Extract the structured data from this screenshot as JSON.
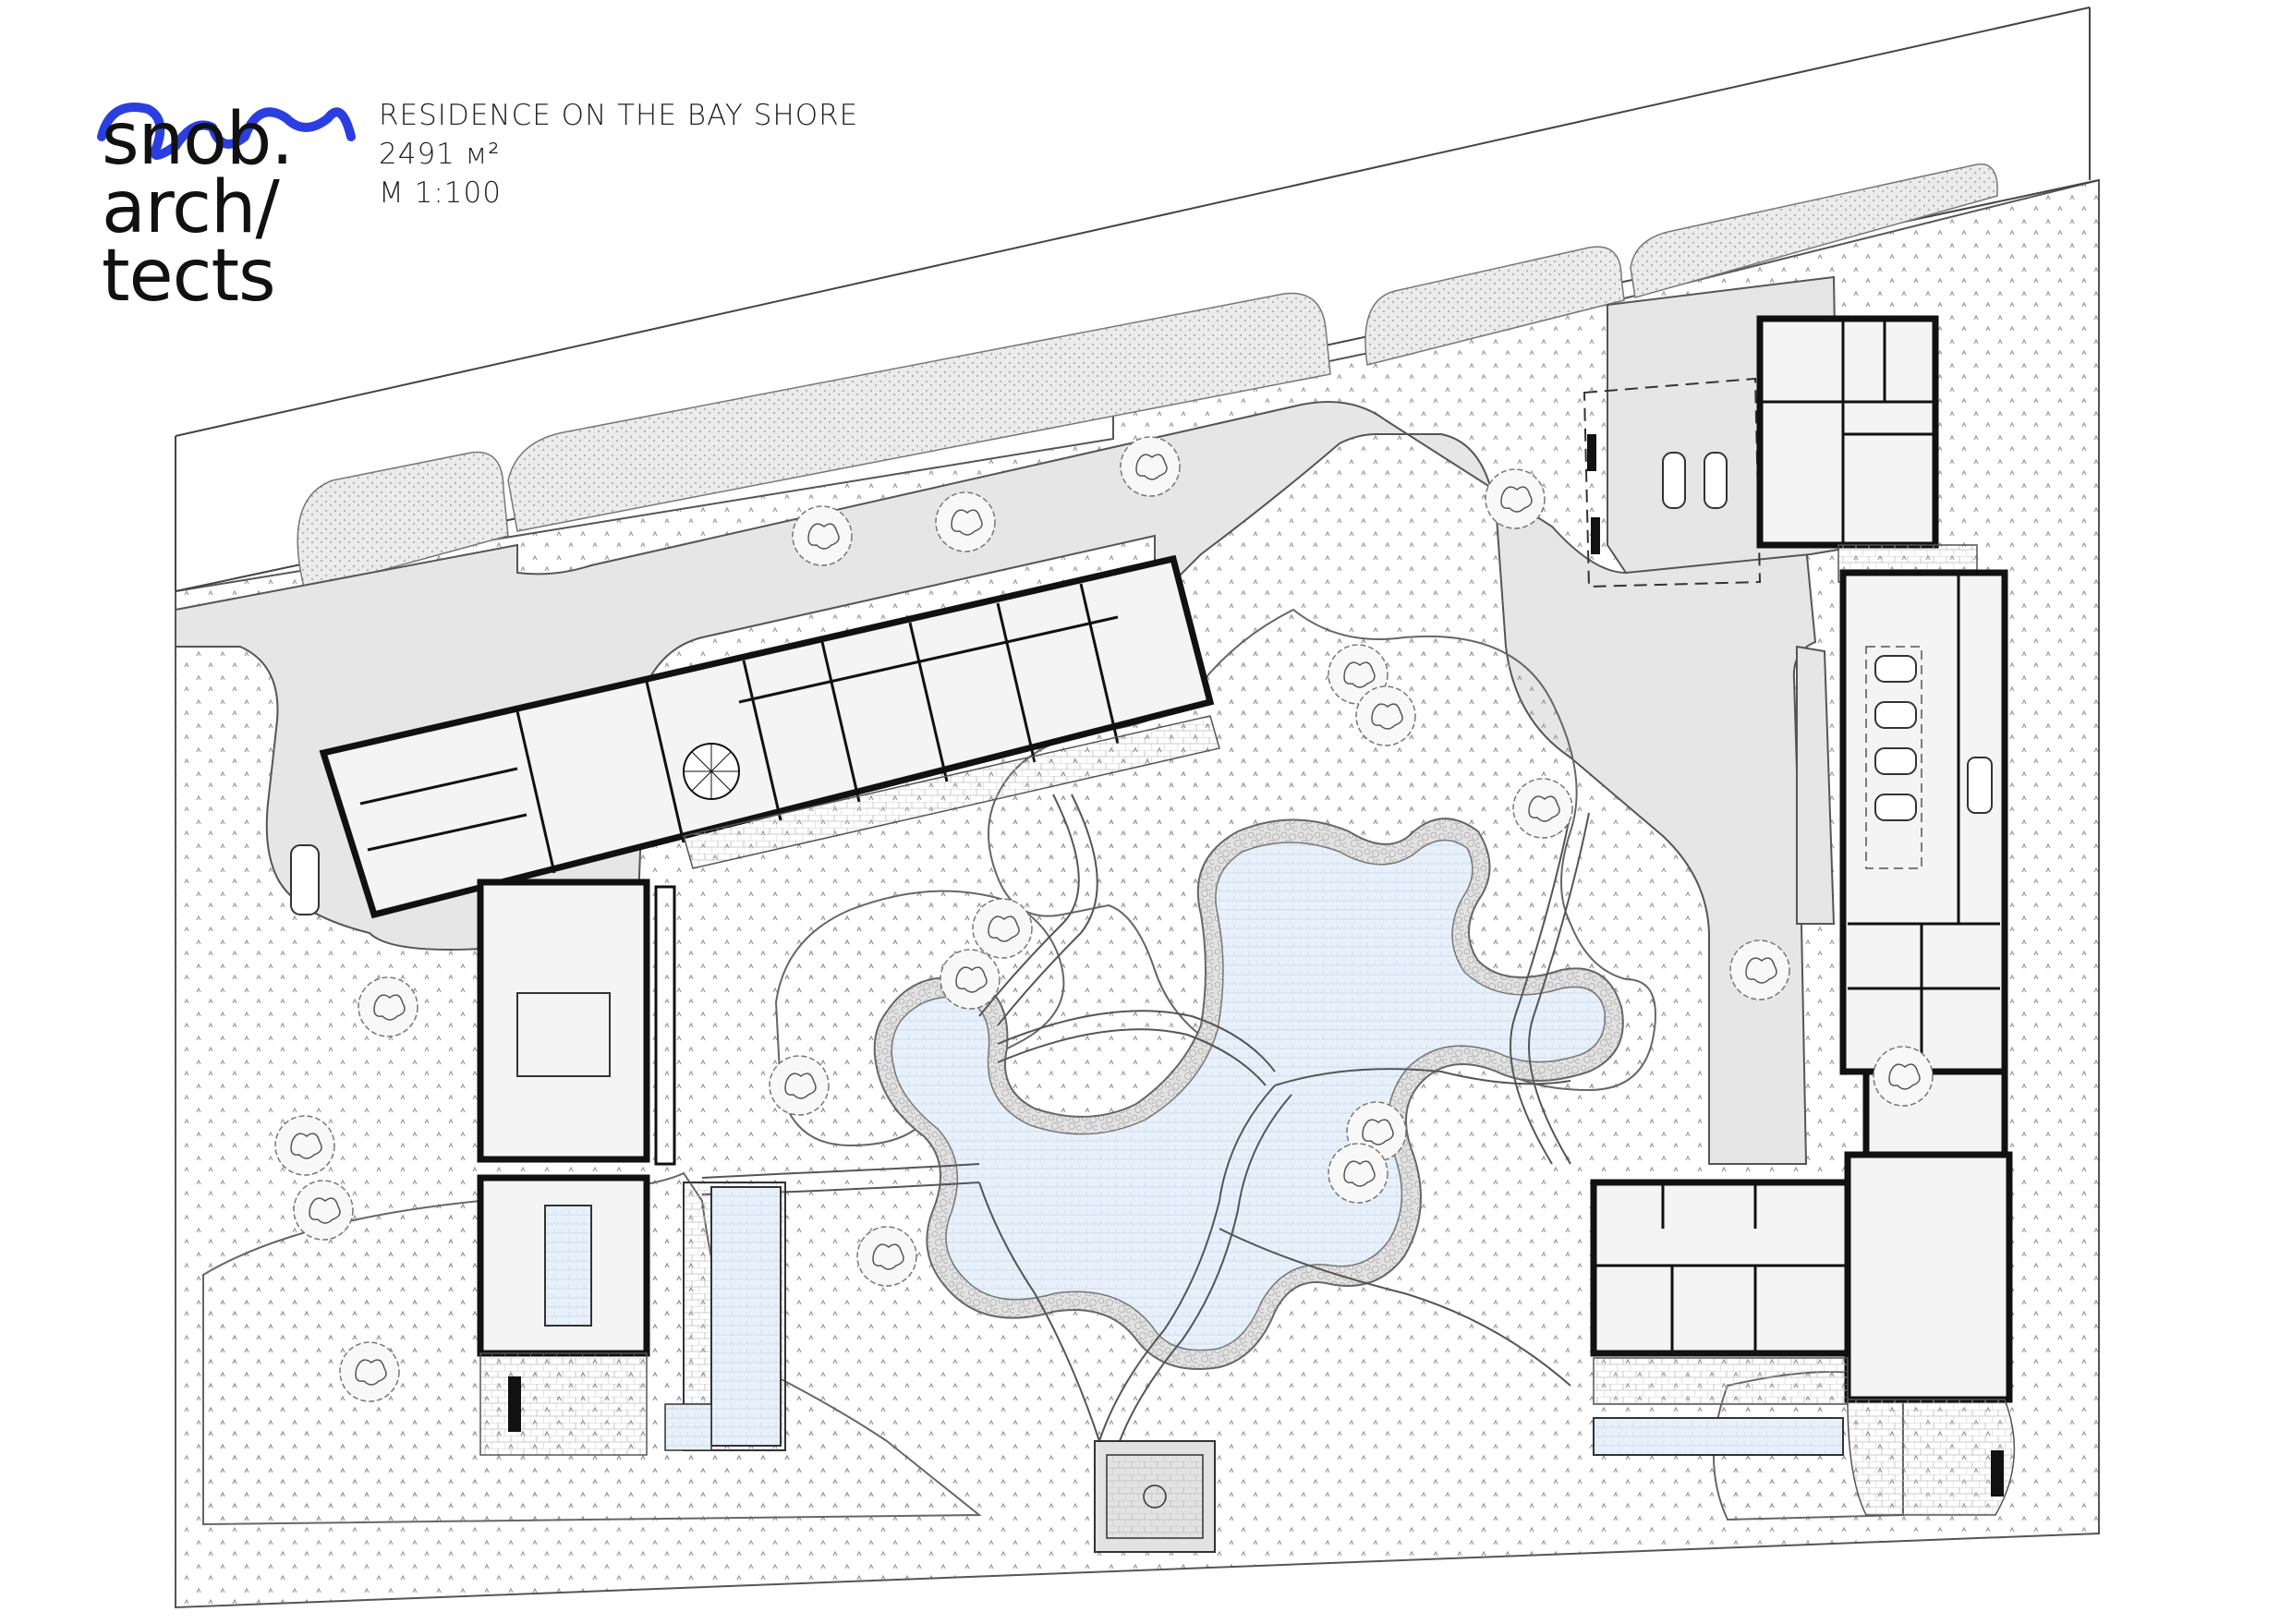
{
  "logo": {
    "line1": "snob.",
    "line2": "arch/",
    "line3": "tects",
    "scribble_color": "#2b3fe0"
  },
  "title": {
    "project": "RESIDENCE ON THE BAY SHORE",
    "area": "2491 м²",
    "scale": "M 1:100"
  },
  "colors": {
    "wall": "#111111",
    "paving": "#e6e6e6",
    "lawn": "#f4f4f4",
    "water": "#e8f1fb",
    "pebble": "#d9d9d9",
    "line": "#333333"
  },
  "icons": {
    "tree": "tree-icon",
    "car": "car-icon",
    "spiral": "spiral-stair-icon"
  }
}
